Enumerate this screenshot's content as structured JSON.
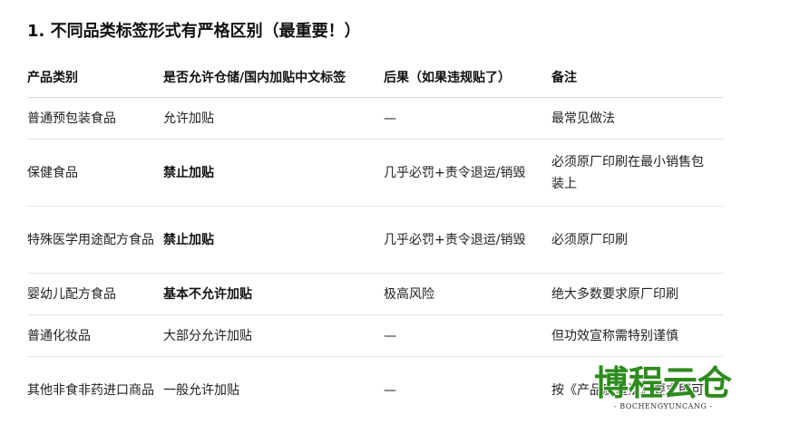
{
  "heading": "1. 不同品类标签形式有严格区别（最重要！）",
  "table": {
    "headers": [
      "产品类别",
      "是否允许仓储/国内加贴中文标签",
      "后果（如果违规贴了）",
      "备注"
    ],
    "rows": [
      {
        "category": "普通预包装食品",
        "allowed": "允许加贴",
        "consequence": "—",
        "note": "最常见做法"
      },
      {
        "category": "保健食品",
        "allowed": "禁止加贴",
        "consequence": "几乎必罚+责令退运/销毁",
        "note": "必须原厂印刷在最小销售包装上"
      },
      {
        "category": "特殊医学用途配方食品",
        "allowed": "禁止加贴",
        "consequence": "几乎必罚+责令退运/销毁",
        "note": "必须原厂印刷"
      },
      {
        "category": "婴幼儿配方食品",
        "allowed": "基本不允许加贴",
        "consequence": "极高风险",
        "note": "绝大多数要求原厂印刷"
      },
      {
        "category": "普通化妆品",
        "allowed": "大部分允许加贴",
        "consequence": "—",
        "note": "但功效宣称需特别谨慎"
      },
      {
        "category": "其他非食非药进口商品",
        "allowed": "一般允许加贴",
        "consequence": "—",
        "note": "按《产品质量法》要求即可"
      }
    ]
  },
  "watermark": {
    "name": "博程云仓",
    "subtitle": "- BOCHENGYUNCANG -",
    "color": "#2e8b1e"
  }
}
